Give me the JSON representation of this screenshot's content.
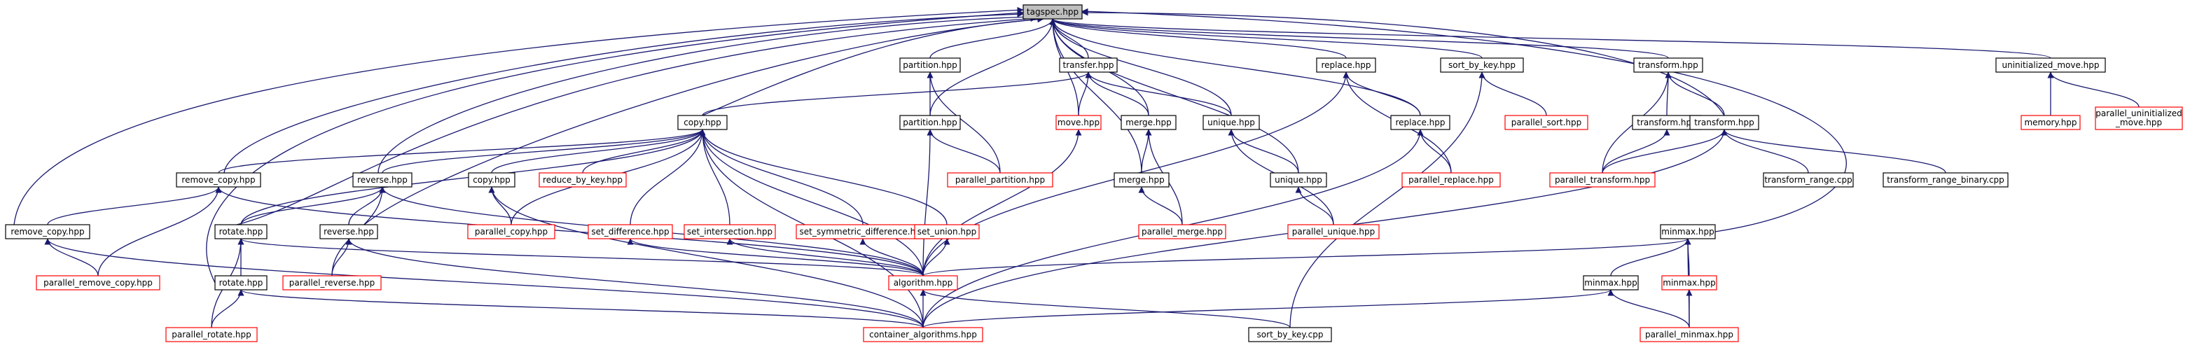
{
  "colors": {
    "edge": "#191970",
    "normal_border": "#000000",
    "missing_border": "#ff0000",
    "root_fill": "#bfbfbf",
    "fill": "#ffffff",
    "text": "#000000"
  },
  "nodes": [
    {
      "id": "tagspec",
      "label": "tagspec.hpp",
      "style": "root"
    },
    {
      "id": "partition1",
      "label": "partition.hpp",
      "style": "normal"
    },
    {
      "id": "transfer",
      "label": "transfer.hpp",
      "style": "normal"
    },
    {
      "id": "replace1",
      "label": "replace.hpp",
      "style": "normal"
    },
    {
      "id": "sortbykey1",
      "label": "sort_by_key.hpp",
      "style": "normal"
    },
    {
      "id": "transform1",
      "label": "transform.hpp",
      "style": "normal"
    },
    {
      "id": "uninit",
      "label": "uninitialized_move.hpp",
      "style": "normal"
    },
    {
      "id": "copy1",
      "label": "copy.hpp",
      "style": "normal"
    },
    {
      "id": "partition2",
      "label": "partition.hpp",
      "style": "normal"
    },
    {
      "id": "movehpp",
      "label": "move.hpp",
      "style": "missing"
    },
    {
      "id": "merge1",
      "label": "merge.hpp",
      "style": "normal"
    },
    {
      "id": "unique1",
      "label": "unique.hpp",
      "style": "normal"
    },
    {
      "id": "replace2",
      "label": "replace.hpp",
      "style": "normal"
    },
    {
      "id": "parsort",
      "label": "parallel_sort.hpp",
      "style": "missing"
    },
    {
      "id": "transform2",
      "label": "transform.hpp",
      "style": "normal"
    },
    {
      "id": "transform3",
      "label": "transform.hpp",
      "style": "normal"
    },
    {
      "id": "memory",
      "label": "memory.hpp",
      "style": "missing"
    },
    {
      "id": "paruninit",
      "label": "parallel_uninitialized\n_move.hpp",
      "style": "missing"
    },
    {
      "id": "removecopy1",
      "label": "remove_copy.hpp",
      "style": "normal"
    },
    {
      "id": "reverse1",
      "label": "reverse.hpp",
      "style": "normal"
    },
    {
      "id": "copy2",
      "label": "copy.hpp",
      "style": "normal"
    },
    {
      "id": "reducebykey",
      "label": "reduce_by_key.hpp",
      "style": "missing"
    },
    {
      "id": "parpartition",
      "label": "parallel_partition.hpp",
      "style": "missing"
    },
    {
      "id": "merge2",
      "label": "merge.hpp",
      "style": "normal"
    },
    {
      "id": "unique2",
      "label": "unique.hpp",
      "style": "normal"
    },
    {
      "id": "parreplace",
      "label": "parallel_replace.hpp",
      "style": "missing"
    },
    {
      "id": "partransform",
      "label": "parallel_transform.hpp",
      "style": "missing"
    },
    {
      "id": "transrange",
      "label": "transform_range.cpp",
      "style": "normal"
    },
    {
      "id": "transrangebin",
      "label": "transform_range_binary.cpp",
      "style": "normal"
    },
    {
      "id": "removecopy2",
      "label": "remove_copy.hpp",
      "style": "normal"
    },
    {
      "id": "rotate1",
      "label": "rotate.hpp",
      "style": "normal"
    },
    {
      "id": "reverse2",
      "label": "reverse.hpp",
      "style": "normal"
    },
    {
      "id": "parcopy",
      "label": "parallel_copy.hpp",
      "style": "missing"
    },
    {
      "id": "setdiff",
      "label": "set_difference.hpp",
      "style": "missing"
    },
    {
      "id": "setinter",
      "label": "set_intersection.hpp",
      "style": "missing"
    },
    {
      "id": "setsymdiff",
      "label": "set_symmetric_difference.hpp",
      "style": "missing"
    },
    {
      "id": "setunion",
      "label": "set_union.hpp",
      "style": "missing"
    },
    {
      "id": "parmerge",
      "label": "parallel_merge.hpp",
      "style": "missing"
    },
    {
      "id": "parunique",
      "label": "parallel_unique.hpp",
      "style": "missing"
    },
    {
      "id": "minmax1",
      "label": "minmax.hpp",
      "style": "normal"
    },
    {
      "id": "parremovecopy",
      "label": "parallel_remove_copy.hpp",
      "style": "missing"
    },
    {
      "id": "rotate2",
      "label": "rotate.hpp",
      "style": "normal"
    },
    {
      "id": "parreverse",
      "label": "parallel_reverse.hpp",
      "style": "missing"
    },
    {
      "id": "algorithm",
      "label": "algorithm.hpp",
      "style": "missing"
    },
    {
      "id": "minmax2",
      "label": "minmax.hpp",
      "style": "normal"
    },
    {
      "id": "minmax3",
      "label": "minmax.hpp",
      "style": "missing"
    },
    {
      "id": "parrotate",
      "label": "parallel_rotate.hpp",
      "style": "missing"
    },
    {
      "id": "container",
      "label": "container_algorithms.hpp",
      "style": "missing"
    },
    {
      "id": "sortbykeycpp",
      "label": "sort_by_key.cpp",
      "style": "normal"
    },
    {
      "id": "parminmax",
      "label": "parallel_minmax.hpp",
      "style": "missing"
    }
  ],
  "edges": [
    [
      "partition1",
      "tagspec"
    ],
    [
      "transfer",
      "tagspec"
    ],
    [
      "replace1",
      "tagspec"
    ],
    [
      "sortbykey1",
      "tagspec"
    ],
    [
      "transform1",
      "tagspec"
    ],
    [
      "uninit",
      "tagspec"
    ],
    [
      "copy1",
      "tagspec"
    ],
    [
      "partition2",
      "tagspec"
    ],
    [
      "movehpp",
      "tagspec"
    ],
    [
      "merge1",
      "tagspec"
    ],
    [
      "unique1",
      "tagspec"
    ],
    [
      "replace2",
      "tagspec"
    ],
    [
      "transform3",
      "tagspec"
    ],
    [
      "removecopy1",
      "tagspec"
    ],
    [
      "reverse1",
      "tagspec"
    ],
    [
      "merge2",
      "tagspec"
    ],
    [
      "unique2",
      "tagspec"
    ],
    [
      "removecopy2",
      "tagspec"
    ],
    [
      "rotate1",
      "tagspec"
    ],
    [
      "reverse2",
      "tagspec"
    ],
    [
      "minmax1",
      "tagspec"
    ],
    [
      "rotate2",
      "tagspec"
    ],
    [
      "partition2",
      "partition1"
    ],
    [
      "parpartition",
      "partition1"
    ],
    [
      "copy1",
      "transfer"
    ],
    [
      "movehpp",
      "transfer"
    ],
    [
      "merge1",
      "transfer"
    ],
    [
      "unique1",
      "transfer"
    ],
    [
      "replace2",
      "replace1"
    ],
    [
      "parreplace",
      "replace1"
    ],
    [
      "algorithm",
      "replace1"
    ],
    [
      "parsort",
      "sortbykey1"
    ],
    [
      "sortbykeycpp",
      "sortbykey1"
    ],
    [
      "transform2",
      "transform1"
    ],
    [
      "transform3",
      "transform1"
    ],
    [
      "partransform",
      "transform1"
    ],
    [
      "memory",
      "uninit"
    ],
    [
      "paruninit",
      "uninit"
    ],
    [
      "removecopy1",
      "copy1"
    ],
    [
      "reverse1",
      "copy1"
    ],
    [
      "copy2",
      "copy1"
    ],
    [
      "reducebykey",
      "copy1"
    ],
    [
      "rotate1",
      "copy1"
    ],
    [
      "parcopy",
      "copy1"
    ],
    [
      "setdiff",
      "copy1"
    ],
    [
      "setinter",
      "copy1"
    ],
    [
      "setsymdiff",
      "copy1"
    ],
    [
      "setunion",
      "copy1"
    ],
    [
      "algorithm",
      "copy1"
    ],
    [
      "container",
      "copy1"
    ],
    [
      "parpartition",
      "partition2"
    ],
    [
      "algorithm",
      "partition2"
    ],
    [
      "algorithm",
      "movehpp"
    ],
    [
      "merge2",
      "merge1"
    ],
    [
      "parmerge",
      "merge1"
    ],
    [
      "unique2",
      "unique1"
    ],
    [
      "parunique",
      "unique1"
    ],
    [
      "parreplace",
      "replace2"
    ],
    [
      "container",
      "replace2"
    ],
    [
      "partransform",
      "transform2"
    ],
    [
      "partransform",
      "transform3"
    ],
    [
      "transrange",
      "transform3"
    ],
    [
      "transrangebin",
      "transform3"
    ],
    [
      "container",
      "transform3"
    ],
    [
      "removecopy2",
      "removecopy1"
    ],
    [
      "parremovecopy",
      "removecopy1"
    ],
    [
      "algorithm",
      "removecopy1"
    ],
    [
      "rotate1",
      "reverse1"
    ],
    [
      "reverse2",
      "reverse1"
    ],
    [
      "parreverse",
      "reverse1"
    ],
    [
      "algorithm",
      "reverse1"
    ],
    [
      "parcopy",
      "copy2"
    ],
    [
      "container",
      "copy2"
    ],
    [
      "parmerge",
      "merge2"
    ],
    [
      "parunique",
      "unique2"
    ],
    [
      "parremovecopy",
      "removecopy2"
    ],
    [
      "container",
      "removecopy2"
    ],
    [
      "rotate2",
      "rotate1"
    ],
    [
      "parrotate",
      "rotate1"
    ],
    [
      "algorithm",
      "rotate1"
    ],
    [
      "parreverse",
      "reverse2"
    ],
    [
      "container",
      "reverse2"
    ],
    [
      "algorithm",
      "setdiff"
    ],
    [
      "algorithm",
      "setinter"
    ],
    [
      "algorithm",
      "setsymdiff"
    ],
    [
      "algorithm",
      "setunion"
    ],
    [
      "algorithm",
      "minmax1"
    ],
    [
      "minmax2",
      "minmax1"
    ],
    [
      "minmax3",
      "minmax1"
    ],
    [
      "parminmax",
      "minmax1"
    ],
    [
      "parrotate",
      "rotate2"
    ],
    [
      "container",
      "rotate2"
    ],
    [
      "container",
      "algorithm"
    ],
    [
      "sortbykeycpp",
      "algorithm"
    ],
    [
      "container",
      "minmax2"
    ],
    [
      "parminmax",
      "minmax2"
    ],
    [
      "parminmax",
      "minmax3"
    ]
  ]
}
